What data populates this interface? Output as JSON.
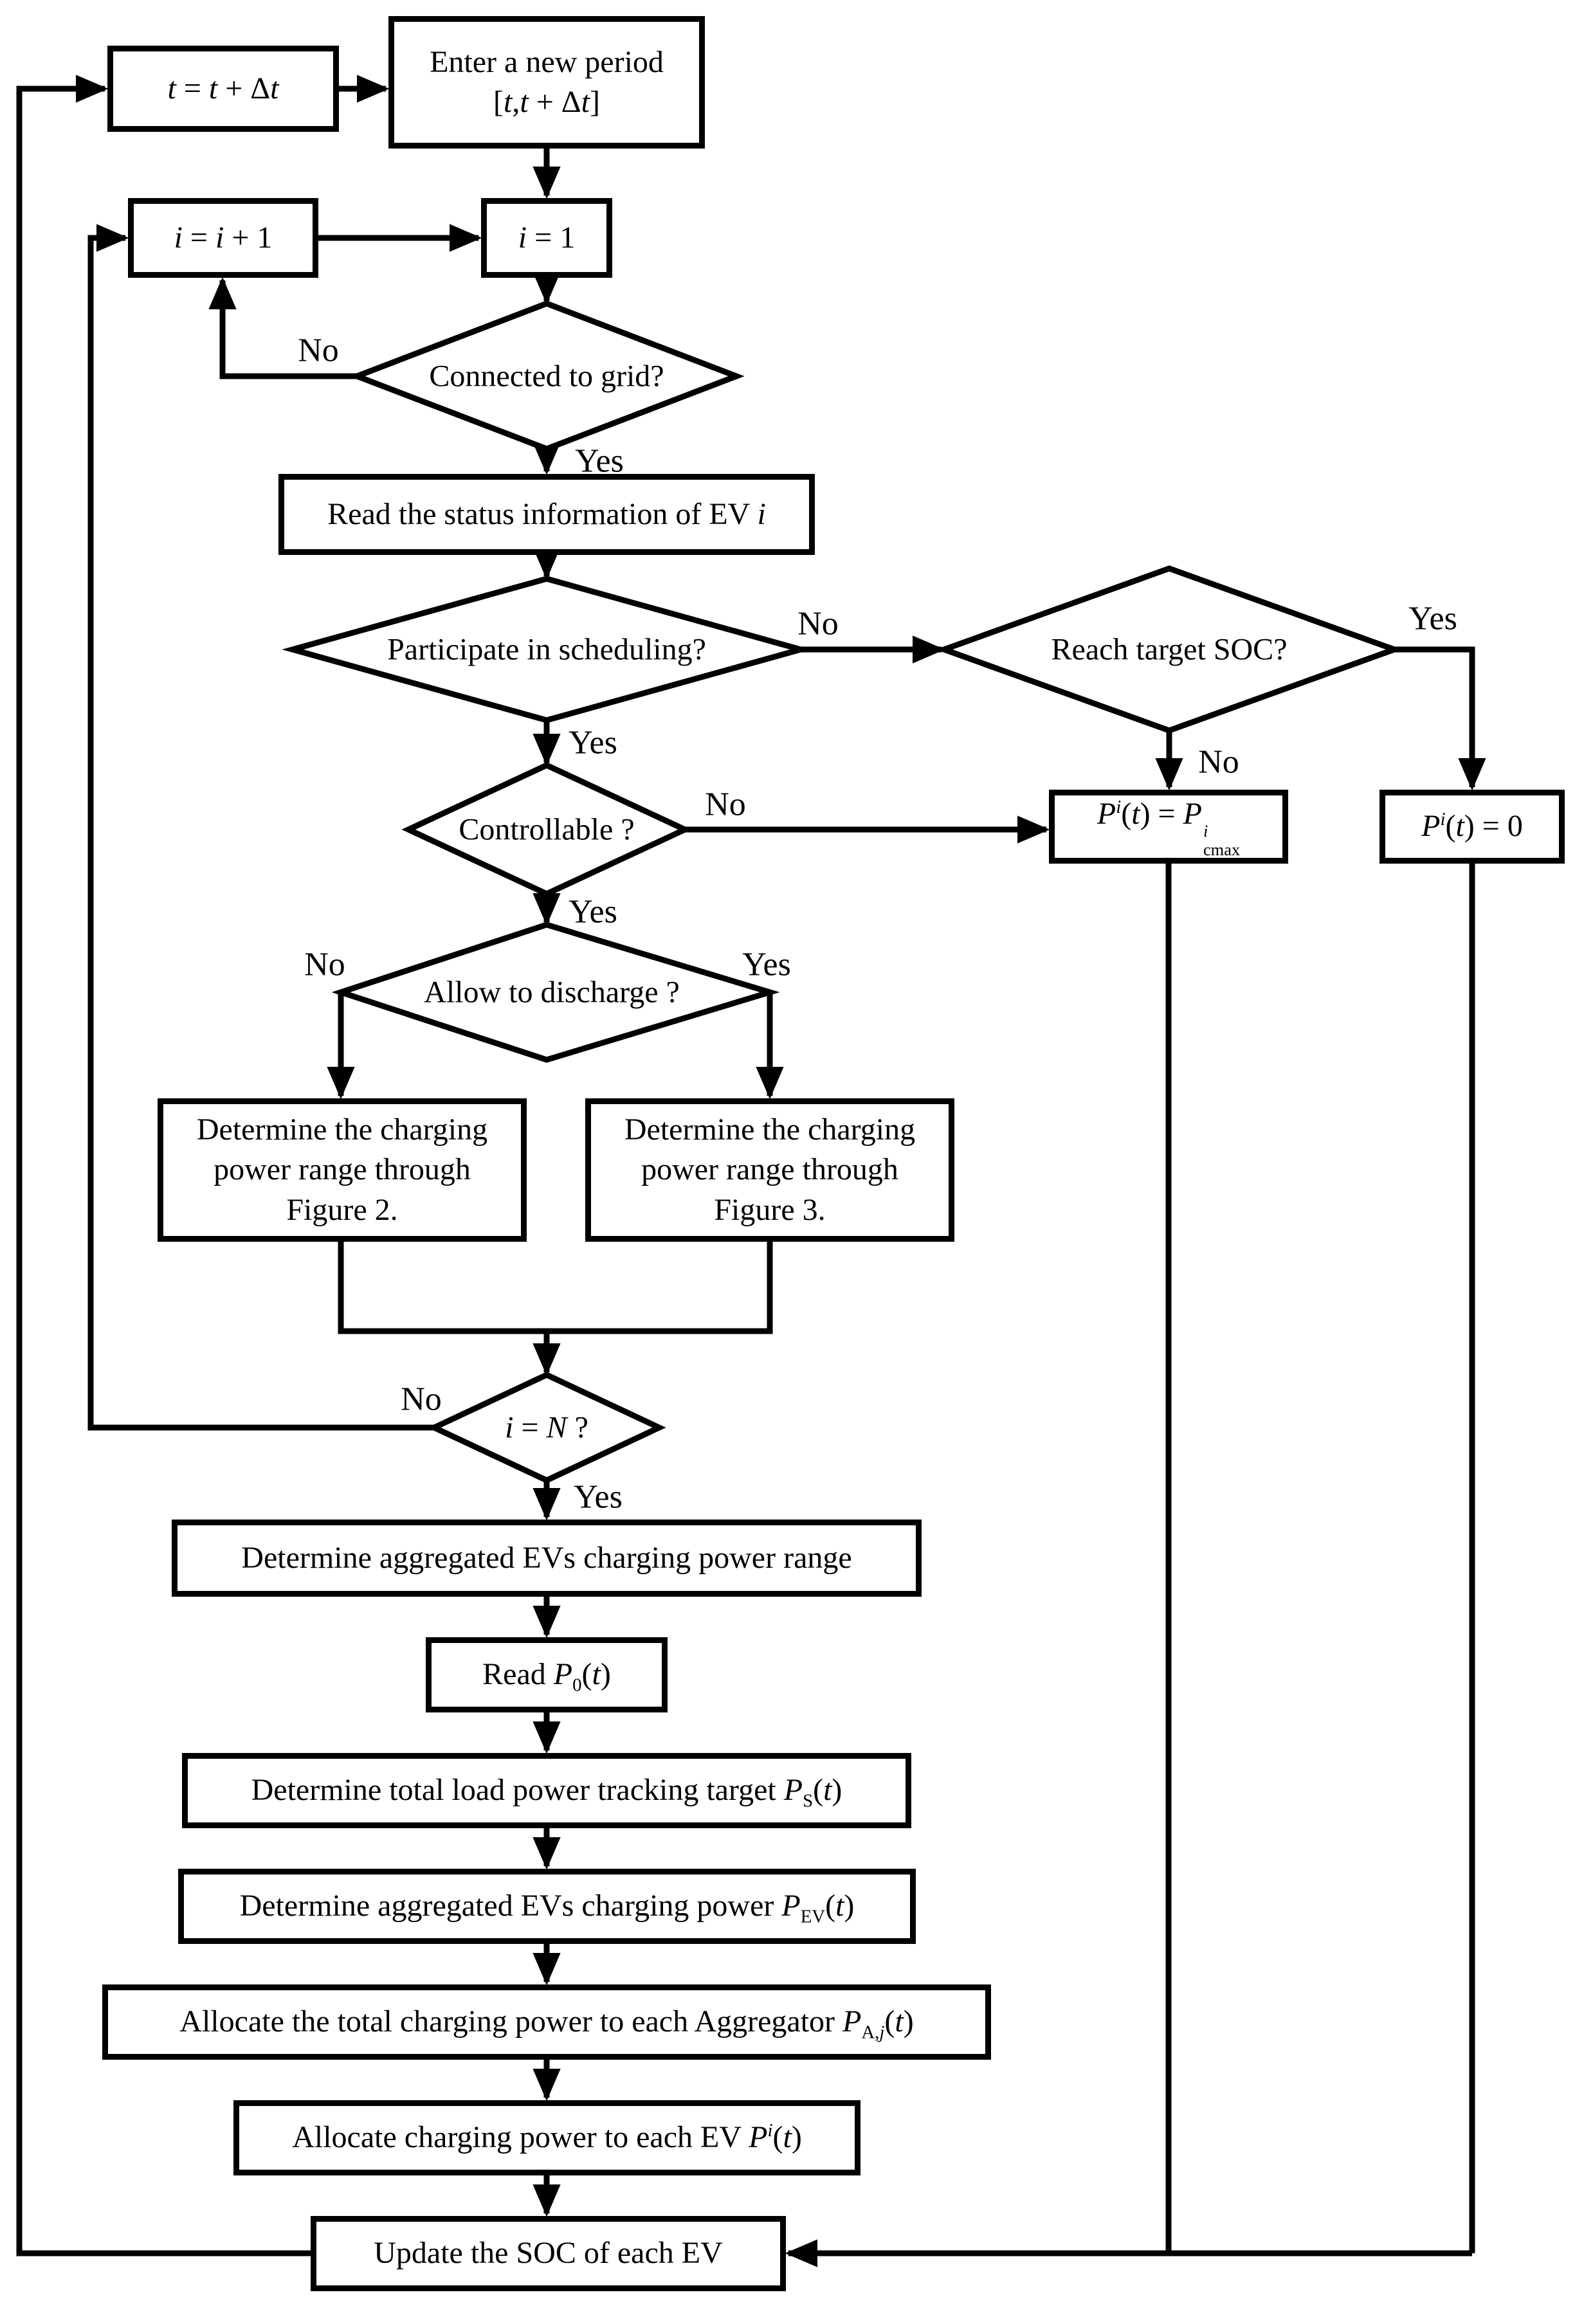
{
  "figure": {
    "title": "EV charging scheduling flowchart",
    "ink_color": "#000000",
    "background_color": "#ffffff"
  },
  "nodes": {
    "advance_time": "<i>t</i> = <i>t</i> + Δ<i>t</i>",
    "enter_period": "Enter a new period<br>[<i>t</i>,<i>t</i> + Δ<i>t</i>]",
    "increment_i": "<i>i</i> = <i>i</i> + 1",
    "init_i": "<i>i</i> = 1",
    "read_status": "Read the status information of EV <i>i</i>",
    "set_p_cmax": "<i>P</i><sup><i>i</i></sup>(<i>t</i>) = <i>P</i><span class='ss'><span><i>i</i></span><span>cmax</span></span>",
    "set_p_zero": "<i>P</i><sup><i>i</i></sup>(<i>t</i>) = 0",
    "range_fig2": "Determine the charging power range through Figure 2.",
    "range_fig3": "Determine the charging power range through Figure 3.",
    "aggregated_range": "Determine aggregated EVs charging power range",
    "read_p0": "Read <i>P</i><sub>0</sub>(<i>t</i>)",
    "tracking_target": "Determine total load power tracking target <i>P</i><sub>S</sub>(<i>t</i>)",
    "aggregated_power": "Determine aggregated EVs charging power <i>P</i><sub>EV</sub>(<i>t</i>)",
    "allocate_aggregator": "Allocate the total charging power to each Aggregator <i>P</i><sub>A,<i>j</i></sub>(<i>t</i>)",
    "allocate_ev": "Allocate charging power to each EV <i>P</i><sup><i>i</i></sup>(<i>t</i>)",
    "update_soc": "Update the SOC of each EV"
  },
  "decisions": {
    "connected": "Connected to grid?",
    "participate": "Participate in scheduling?",
    "reach_soc": "Reach target SOC?",
    "controllable": "Controllable ?",
    "allow_discharge": "Allow to discharge ?",
    "all_evs_done": "<i>i</i> = <i>N</i> ?"
  },
  "edge_labels": {
    "connected_no": "No",
    "connected_yes": "Yes",
    "participate_no": "No",
    "participate_yes": "Yes",
    "reach_yes": "Yes",
    "reach_no": "No",
    "controllable_no": "No",
    "controllable_yes": "Yes",
    "allow_no": "No",
    "allow_yes": "Yes",
    "done_no": "No",
    "done_yes": "Yes"
  }
}
